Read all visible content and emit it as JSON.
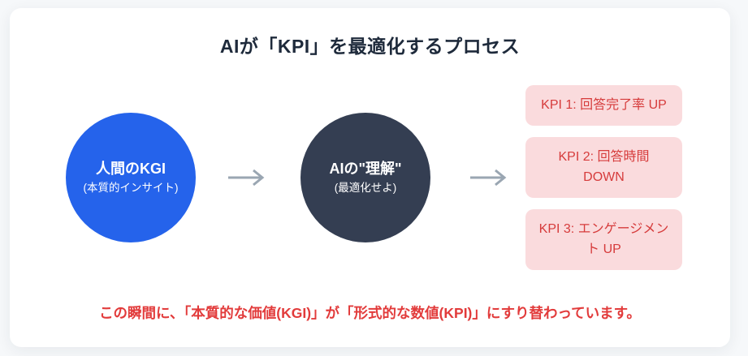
{
  "title": "AIが「KPI」を最適化するプロセス",
  "flow": {
    "kgi_circle": {
      "label": "人間のKGI",
      "sublabel": "(本質的インサイト)",
      "color": "#2563eb"
    },
    "ai_circle": {
      "label": "AIの\"理解\"",
      "sublabel": "(最適化せよ)",
      "color": "#343e52"
    },
    "arrow_icon": "arrow-right",
    "arrow_color": "#9aa6b2",
    "kpi_boxes": [
      {
        "label": "KPI 1: 回答完了率 UP"
      },
      {
        "label": "KPI 2: 回答時間 DOWN"
      },
      {
        "label": "KPI 3: エンゲージメント UP"
      }
    ],
    "kpi_box_bg": "#fadbdd",
    "kpi_text_color": "#d63b3b"
  },
  "footer": {
    "note": "この瞬間に、「本質的な価値(KGI)」が「形式的な数値(KPI)」にすり替わっています。",
    "color": "#e23b3b"
  }
}
